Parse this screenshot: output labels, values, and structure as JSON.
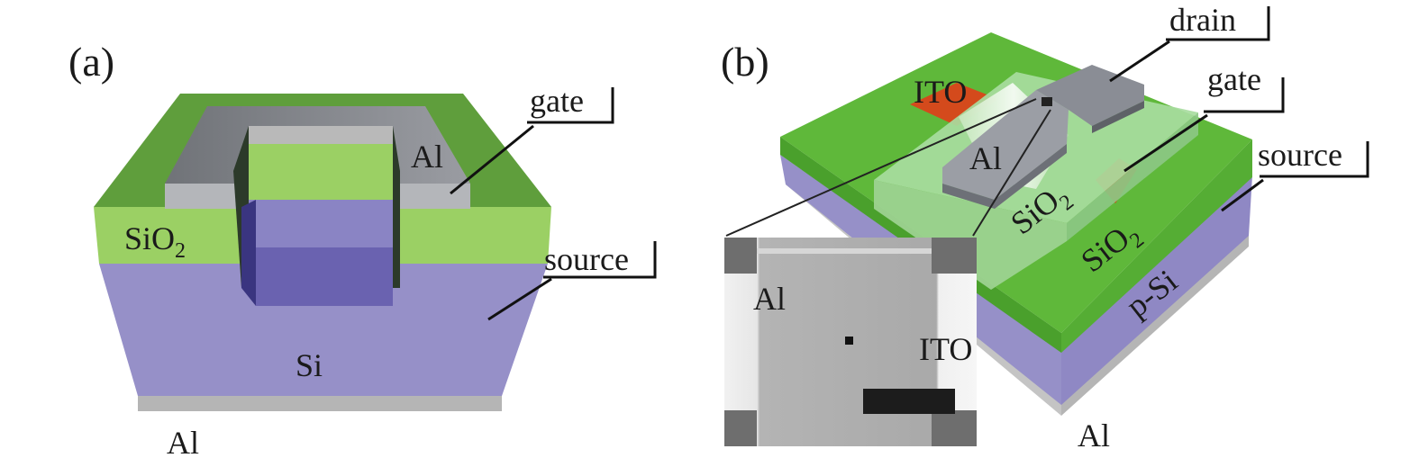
{
  "panel_a": {
    "label": "(a)",
    "labels": {
      "gate": "gate",
      "al_top": "Al",
      "sio2": "SiO",
      "sio2_sub": "2",
      "source": "source",
      "si": "Si",
      "al_bottom": "Al"
    }
  },
  "panel_b": {
    "label": "(b)",
    "labels": {
      "drain": "drain",
      "ito": "ITO",
      "gate": "gate",
      "source": "source",
      "al": "Al",
      "sio2_left": "SiO",
      "sio2_left_sub": "2",
      "sio2_right": "SiO",
      "sio2_right_sub": "2",
      "p_si": "p-Si",
      "al_bottom": "Al"
    },
    "inset": {
      "al": "Al",
      "ito": "ITO"
    }
  },
  "colors": {
    "green_dark": "#5f9e3c",
    "green_light": "#9bd064",
    "green_bright": "#5fb83a",
    "purple": "#9690c8",
    "purple_dark": "#6a62b0",
    "gray_al": "#8a8d95",
    "ito_red": "#d44a1c",
    "sio2_glass": "#a8dca0"
  }
}
